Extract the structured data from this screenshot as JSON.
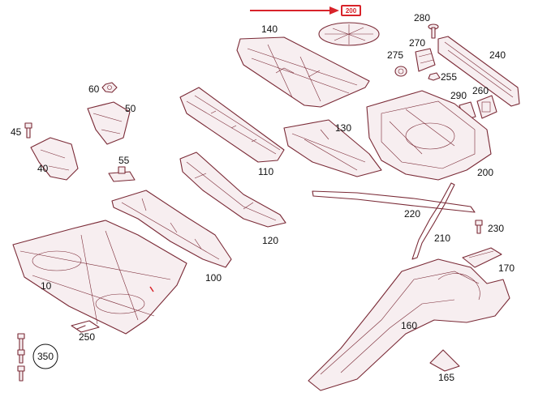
{
  "colors": {
    "line": "#7a2a36",
    "highlight": "#d8232a",
    "label": "#111111"
  },
  "highlight": {
    "label": "200",
    "pointer": "red-arrow"
  },
  "labels": {
    "p10": "10",
    "p40": "40",
    "p45": "45",
    "p50": "50",
    "p55": "55",
    "p60": "60",
    "p100": "100",
    "p110": "110",
    "p120": "120",
    "p130": "130",
    "p140": "140",
    "p160": "160",
    "p165": "165",
    "p170": "170",
    "p200": "200",
    "p210": "210",
    "p220": "220",
    "p230": "230",
    "p240": "240",
    "p250": "250",
    "p255": "255",
    "p260": "260",
    "p270": "270",
    "p275": "275",
    "p280": "280",
    "p290": "290",
    "p350": "350"
  }
}
